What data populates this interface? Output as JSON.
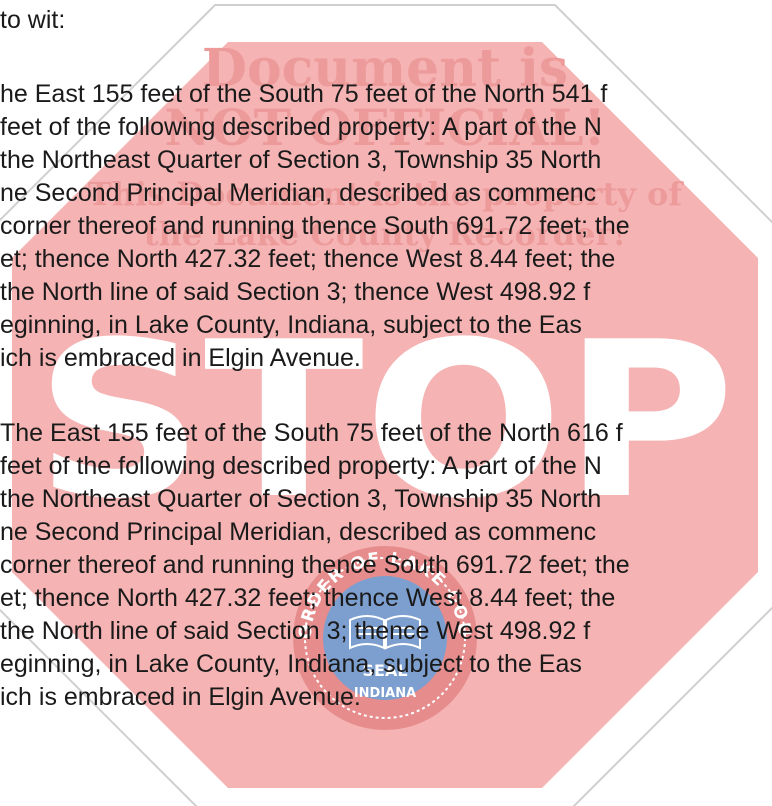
{
  "watermark": {
    "heading_line1": "Document is",
    "heading_line2": "NOT OFFICIAL!",
    "sub_line1": "This Document is the property of",
    "sub_line2": "the Lake County Recorder!",
    "stop": "STOP",
    "seal_name": "RECORDER OF LAKE COUNTY",
    "seal_word": "SEAL",
    "seal_state": "INDIANA",
    "colors": {
      "octagon_fill": "#f5b3b3",
      "octagon_border": "#cccccc",
      "heading_text": "#ec9a9a",
      "stop_text": "#ffffff",
      "seal_blue": "#7d9fcf",
      "seal_ring": "#e68c8c"
    }
  },
  "document": {
    "intro": "to wit:",
    "paragraph1": [
      "he East 155 feet of the South 75 feet of the North 541 f",
      "feet of the following described property: A part of the N",
      "the Northeast Quarter of Section 3, Township 35 North",
      "ne Second Principal Meridian, described as commenc",
      "corner thereof and running thence South 691.72 feet; the",
      "et; thence North 427.32 feet; thence West 8.44 feet; the",
      "the North line of said Section 3; thence West 498.92 f",
      "eginning, in Lake County, Indiana, subject to the Eas",
      "ich is embraced in Elgin Avenue."
    ],
    "paragraph2": [
      "The East 155 feet of the South 75 feet of the North 616 f",
      "feet of the following described property: A part of the N",
      "the Northeast Quarter of Section 3, Township 35 North",
      "ne Second Principal Meridian, described as commenc",
      "corner thereof and running thence South 691.72 feet; the",
      "et; thence North 427.32 feet; thence West 8.44 feet; the",
      "the North line of said Section 3; thence West 498.92 f",
      "eginning, in Lake County, Indiana, subject to the Eas",
      "ich is embraced in Elgin Avenue."
    ]
  }
}
